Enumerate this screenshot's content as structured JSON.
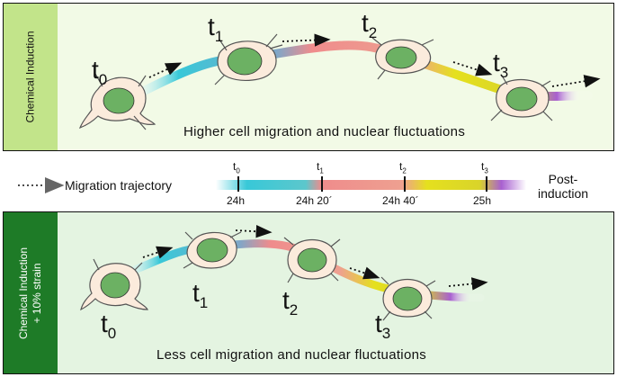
{
  "top_panel": {
    "side_label": "Chemical Induction",
    "caption": "Higher cell migration and nuclear fluctuations",
    "time_labels": [
      "t",
      "t",
      "t",
      "t"
    ],
    "time_subs": [
      "0",
      "1",
      "2",
      "3"
    ]
  },
  "legend": {
    "trajectory_label": "Migration trajectory",
    "tick_t": [
      "t",
      "t",
      "t",
      "t"
    ],
    "tick_subs": [
      "0",
      "1",
      "2",
      "3"
    ],
    "tick_times": [
      "24h",
      "24h 20´",
      "24h 40´",
      "25h"
    ],
    "post_label_1": "Post-",
    "post_label_2": "induction"
  },
  "bottom_panel": {
    "side_label_1": "Chemical Induction",
    "side_label_2": "+ 10% strain",
    "caption": "Less cell migration and nuclear fluctuations",
    "time_labels": [
      "t",
      "t",
      "t",
      "t"
    ],
    "time_subs": [
      "0",
      "1",
      "2",
      "3"
    ]
  },
  "colors": {
    "top_sidebar": "#c2e48a",
    "top_content": "#f2fae6",
    "bottom_sidebar": "#1e7b27",
    "bottom_content": "#e4f4e1",
    "cell_body": "#fbebdc",
    "nucleus": "#6cb163",
    "traj_cyan": "#38c8d8",
    "traj_pink": "#ef8c8c",
    "traj_yellow": "#e5e01e",
    "traj_purple": "#a860d0"
  }
}
